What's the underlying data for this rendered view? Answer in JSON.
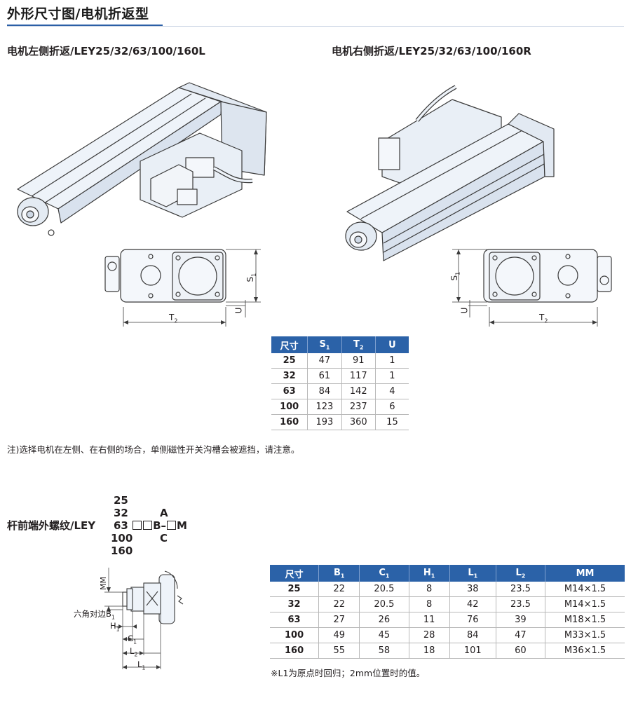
{
  "page": {
    "title": "外形尺寸图/电机折返型"
  },
  "left_view": {
    "heading": "电机左侧折返/LEY25/32/63/100/160L",
    "dim_s1": "S",
    "dim_t2": "T",
    "dim_u": "U"
  },
  "right_view": {
    "heading": "电机右侧折返/LEY25/32/63/100/160R",
    "dim_s1": "S",
    "dim_t2": "T",
    "dim_u": "U"
  },
  "table1": {
    "headers": [
      "尺寸",
      "S",
      "T",
      "U"
    ],
    "header_subs": [
      "",
      "1",
      "2",
      ""
    ],
    "rows": [
      [
        "25",
        "47",
        "91",
        "1"
      ],
      [
        "32",
        "61",
        "117",
        "1"
      ],
      [
        "63",
        "84",
        "142",
        "4"
      ],
      [
        "100",
        "123",
        "237",
        "6"
      ],
      [
        "160",
        "193",
        "360",
        "15"
      ]
    ]
  },
  "note1": "注)选择电机在左侧、在右侧的场合，单侧磁性开关沟槽会被遮挡，请注意。",
  "rod_section": {
    "label": "杆前端外螺纹/LEY",
    "sizes": [
      "25",
      "32",
      "63",
      "100",
      "160"
    ],
    "letters": [
      "A",
      "B",
      "C"
    ],
    "suffix": "–",
    "suffix_letter": "M"
  },
  "rod_drawing": {
    "mm": "MM",
    "hex_label": "六角对边B",
    "h1": "H",
    "c1": "C",
    "l2": "L",
    "l1": "L",
    "sub1": "1",
    "sub2": "2"
  },
  "table2": {
    "headers": [
      "尺寸",
      "B",
      "C",
      "H",
      "L",
      "L",
      "MM"
    ],
    "header_subs": [
      "",
      "1",
      "1",
      "1",
      "1",
      "2",
      ""
    ],
    "rows": [
      [
        "25",
        "22",
        "20.5",
        "8",
        "38",
        "23.5",
        "M14×1.5"
      ],
      [
        "32",
        "22",
        "20.5",
        "8",
        "42",
        "23.5",
        "M14×1.5"
      ],
      [
        "63",
        "27",
        "26",
        "11",
        "76",
        "39",
        "M18×1.5"
      ],
      [
        "100",
        "49",
        "45",
        "28",
        "84",
        "47",
        "M33×1.5"
      ],
      [
        "160",
        "55",
        "58",
        "18",
        "101",
        "60",
        "M36×1.5"
      ]
    ]
  },
  "note2": "※L1为原点时回归；2mm位置时的值。",
  "colors": {
    "accent": "#2b62a8",
    "metal": "#e6edf5",
    "outline": "#3a3a3a"
  }
}
